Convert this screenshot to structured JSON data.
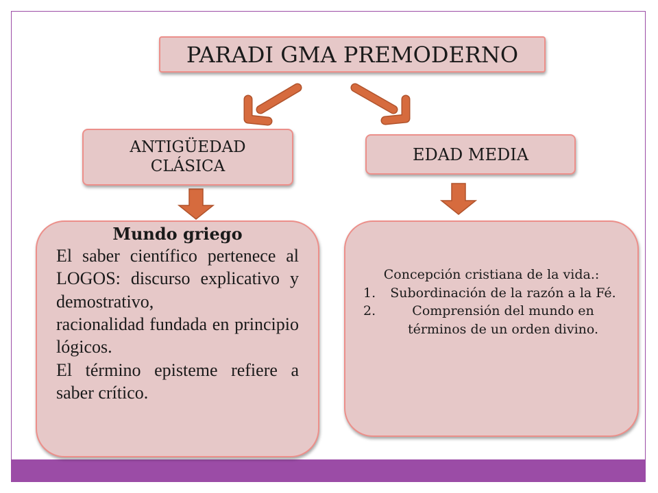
{
  "diagram": {
    "title": "PARADI GMA PREMODERNO",
    "branches": [
      {
        "label": "ANTIGÜEDAD\nCLÁSICA",
        "detail": {
          "heading": "Mundo griego",
          "paragraphs": [
            "El saber científico pertenece al LOGOS: discurso explicativo y demostrativo,",
            "racionalidad fundada en principio lógicos.",
            "El término episteme refiere a saber crítico."
          ]
        }
      },
      {
        "label": "EDAD MEDIA",
        "detail": {
          "intro": "Concepción cristiana de la vida.:",
          "items": [
            {
              "num": "1.",
              "text": "Subordinación de la razón a la Fé."
            },
            {
              "num": "2.",
              "text": "Comprensión del mundo en términos de un orden divino."
            }
          ]
        }
      }
    ]
  },
  "colors": {
    "box_fill": "#e6c8c8",
    "box_border": "#ec8f8a",
    "arrow": "#d66b3e",
    "accent_bar": "#9b4ca6"
  }
}
